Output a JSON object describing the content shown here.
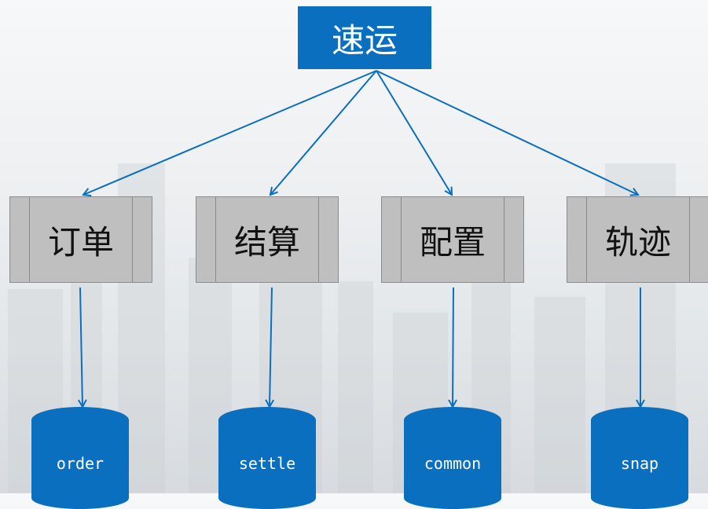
{
  "root": {
    "label": "速运"
  },
  "modules": [
    {
      "label": "订单"
    },
    {
      "label": "结算"
    },
    {
      "label": "配置"
    },
    {
      "label": "轨迹"
    }
  ],
  "databases": [
    {
      "label": "order"
    },
    {
      "label": "settle"
    },
    {
      "label": "common"
    },
    {
      "label": "snap"
    }
  ],
  "colors": {
    "accent": "#0b6fbf",
    "node_fill": "#bfbfbf",
    "node_border": "#8a8a8a"
  }
}
